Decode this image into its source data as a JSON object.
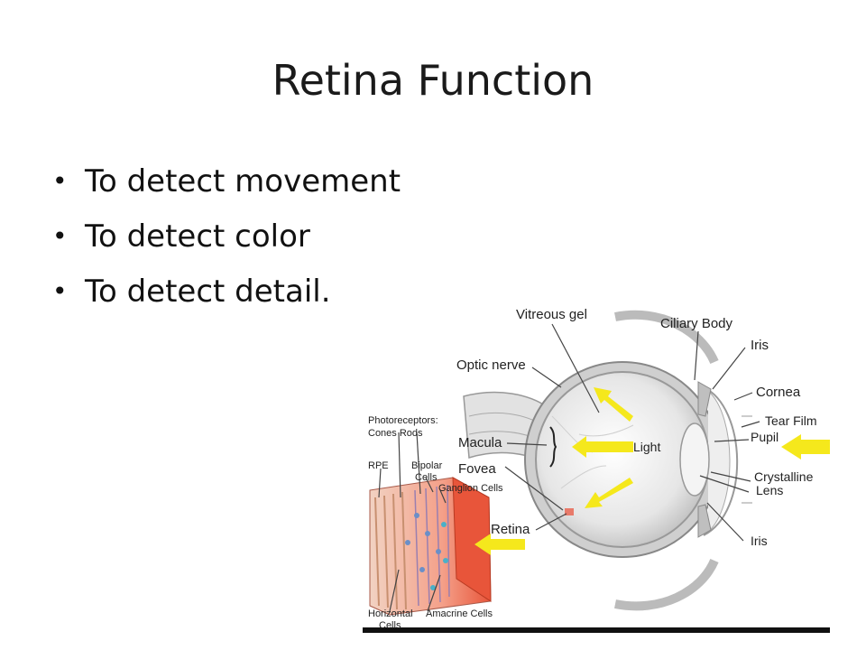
{
  "slide": {
    "title": "Retina Function",
    "bullets": [
      "To detect movement",
      "To detect color",
      "To detect detail."
    ]
  },
  "diagram": {
    "labels": {
      "vitreous_gel": "Vitreous gel",
      "ciliary_body": "Ciliary Body",
      "iris_top": "Iris",
      "optic_nerve": "Optic nerve",
      "cornea": "Cornea",
      "photoreceptors": "Photoreceptors:",
      "cones_rods": "Cones Rods",
      "tear_film": "Tear Film",
      "pupil": "Pupil",
      "macula": "Macula",
      "light": "Light",
      "rpe": "RPE",
      "bipolar": "Bipolar",
      "cells_bipolar": "Cells",
      "fovea": "Fovea",
      "crystalline": "Crystalline",
      "lens": "Lens",
      "ganglion_cells": "Ganglion Cells",
      "retina": "Retina",
      "iris_bottom": "Iris",
      "horizontal": "Horizontal",
      "cells_horizontal": "Cells",
      "amacrine_cells": "Amacrine Cells"
    },
    "colors": {
      "arrow": "#f5e81c",
      "retina_tissue": "#e8553a",
      "sclera": "#d8d8d8"
    }
  }
}
